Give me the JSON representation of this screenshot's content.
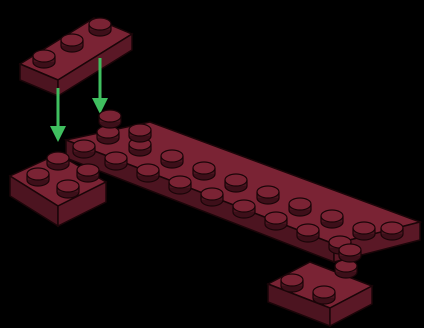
{
  "image": {
    "background_color": "#000000",
    "brick_color": "#6b1e2e",
    "brick_top_color": "#7a2334",
    "brick_side_color": "#4c1420",
    "outline_color": "#1a0508",
    "arrow_color": "#3fbf5f",
    "parts": [
      {
        "name": "floating-plate-1x3",
        "studs": 3
      },
      {
        "name": "long-plate-2x8",
        "studs": 16
      },
      {
        "name": "left-plate-2x3",
        "studs": 4
      },
      {
        "name": "right-plate-2x3",
        "studs": 4
      }
    ],
    "arrows": 2
  }
}
